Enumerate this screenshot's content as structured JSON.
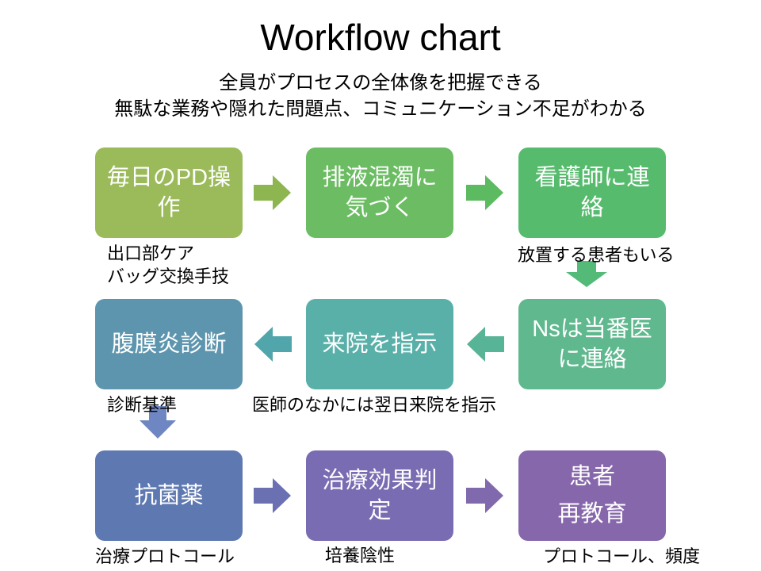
{
  "slide": {
    "title": "Workflow chart",
    "subtitle": "全員がプロセスの全体像を把握できる\n無駄な業務や隠れた問題点、コミュニケーション不足がわかる"
  },
  "boxes": [
    {
      "label": "毎日のPD操\n作",
      "color": "#9bba59"
    },
    {
      "label": "排液混濁に\n気づく",
      "color": "#6bbc62"
    },
    {
      "label": "看護師に連\n絡",
      "color": "#57bb6e"
    },
    {
      "label": "腹膜炎診断",
      "color": "#5e95ae"
    },
    {
      "label": "来院を指示",
      "color": "#58b0a8"
    },
    {
      "label": "Nsは当番医\nに連絡",
      "color": "#5fb88e"
    },
    {
      "label": "抗菌薬",
      "color": "#5e78b1"
    },
    {
      "label": "治療効果判\n定",
      "color": "#7a6cb2"
    },
    {
      "label": "患者\n再教育",
      "color": "#8767ab"
    }
  ],
  "arrows": [
    {
      "direction": "right",
      "color": "#8db650"
    },
    {
      "direction": "right",
      "color": "#5cba60"
    },
    {
      "direction": "down",
      "color": "#53ba78"
    },
    {
      "direction": "left",
      "color": "#58b496"
    },
    {
      "direction": "left",
      "color": "#50a6aa"
    },
    {
      "direction": "down",
      "color": "#6e86c1"
    },
    {
      "direction": "right",
      "color": "#6a70b2"
    },
    {
      "direction": "right",
      "color": "#8169ae"
    }
  ],
  "annotations": [
    {
      "text": "出口部ケア\nバッグ交換手技"
    },
    {
      "text": "放置する患者もいる"
    },
    {
      "text": "診断基準"
    },
    {
      "text": "医師のなかには翌日来院を指示"
    },
    {
      "text": "治療プロトコール"
    },
    {
      "text": "培養陰性"
    },
    {
      "text": "プロトコール、頻度"
    }
  ]
}
